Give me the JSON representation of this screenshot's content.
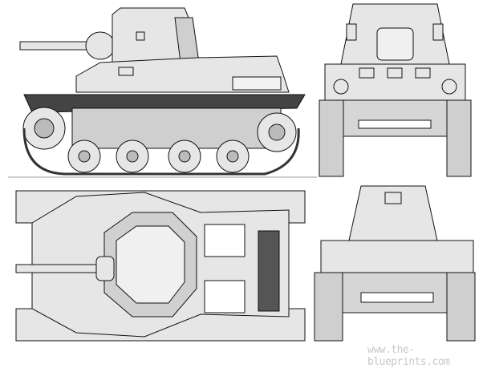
{
  "watermark": "www.the-blueprints.com",
  "views": [
    "side",
    "front",
    "top",
    "rear"
  ],
  "colors": {
    "fill": "#e6e6e6",
    "dark": "#3a3a3a",
    "line": "#111111",
    "track": "#cfcfcf"
  }
}
